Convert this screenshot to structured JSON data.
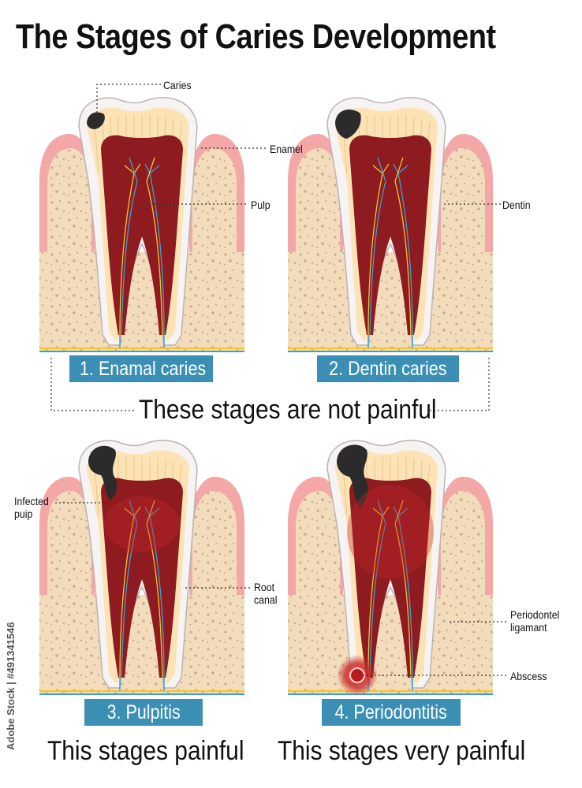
{
  "title": "The Stages of Caries Development",
  "callouts": {
    "caries": "Caries",
    "enamel": "Enamel",
    "pulp": "Pulp",
    "dentin": "Dentin",
    "infected_pulp_line1": "Infected",
    "infected_pulp_line2": "puip",
    "root_canal_line1": "Root",
    "root_canal_line2": "canal",
    "periodontal_line1": "Periodontel",
    "periodontal_line2": "ligamant",
    "abscess": "Abscess"
  },
  "stages": [
    {
      "label": "1. Enamal caries"
    },
    {
      "label": "2. Dentin caries"
    },
    {
      "label": "3. Pulpitis"
    },
    {
      "label": "4. Periodontitis"
    }
  ],
  "pain": {
    "not_painful": "These stages are not painful",
    "painful": "This stages painful",
    "very_painful": "This stages very painful"
  },
  "credit": "Adobe Stock | #491341546",
  "colors": {
    "label_bg": "#3b8fb5",
    "gum": "#f3a7a6",
    "bone": "#f2dcbc",
    "enamel": "#ffffff",
    "dentin": "#fbe3b6",
    "pulp": "#8e1b1f",
    "decay": "#2b2b2b",
    "abscess": "#c62828"
  }
}
